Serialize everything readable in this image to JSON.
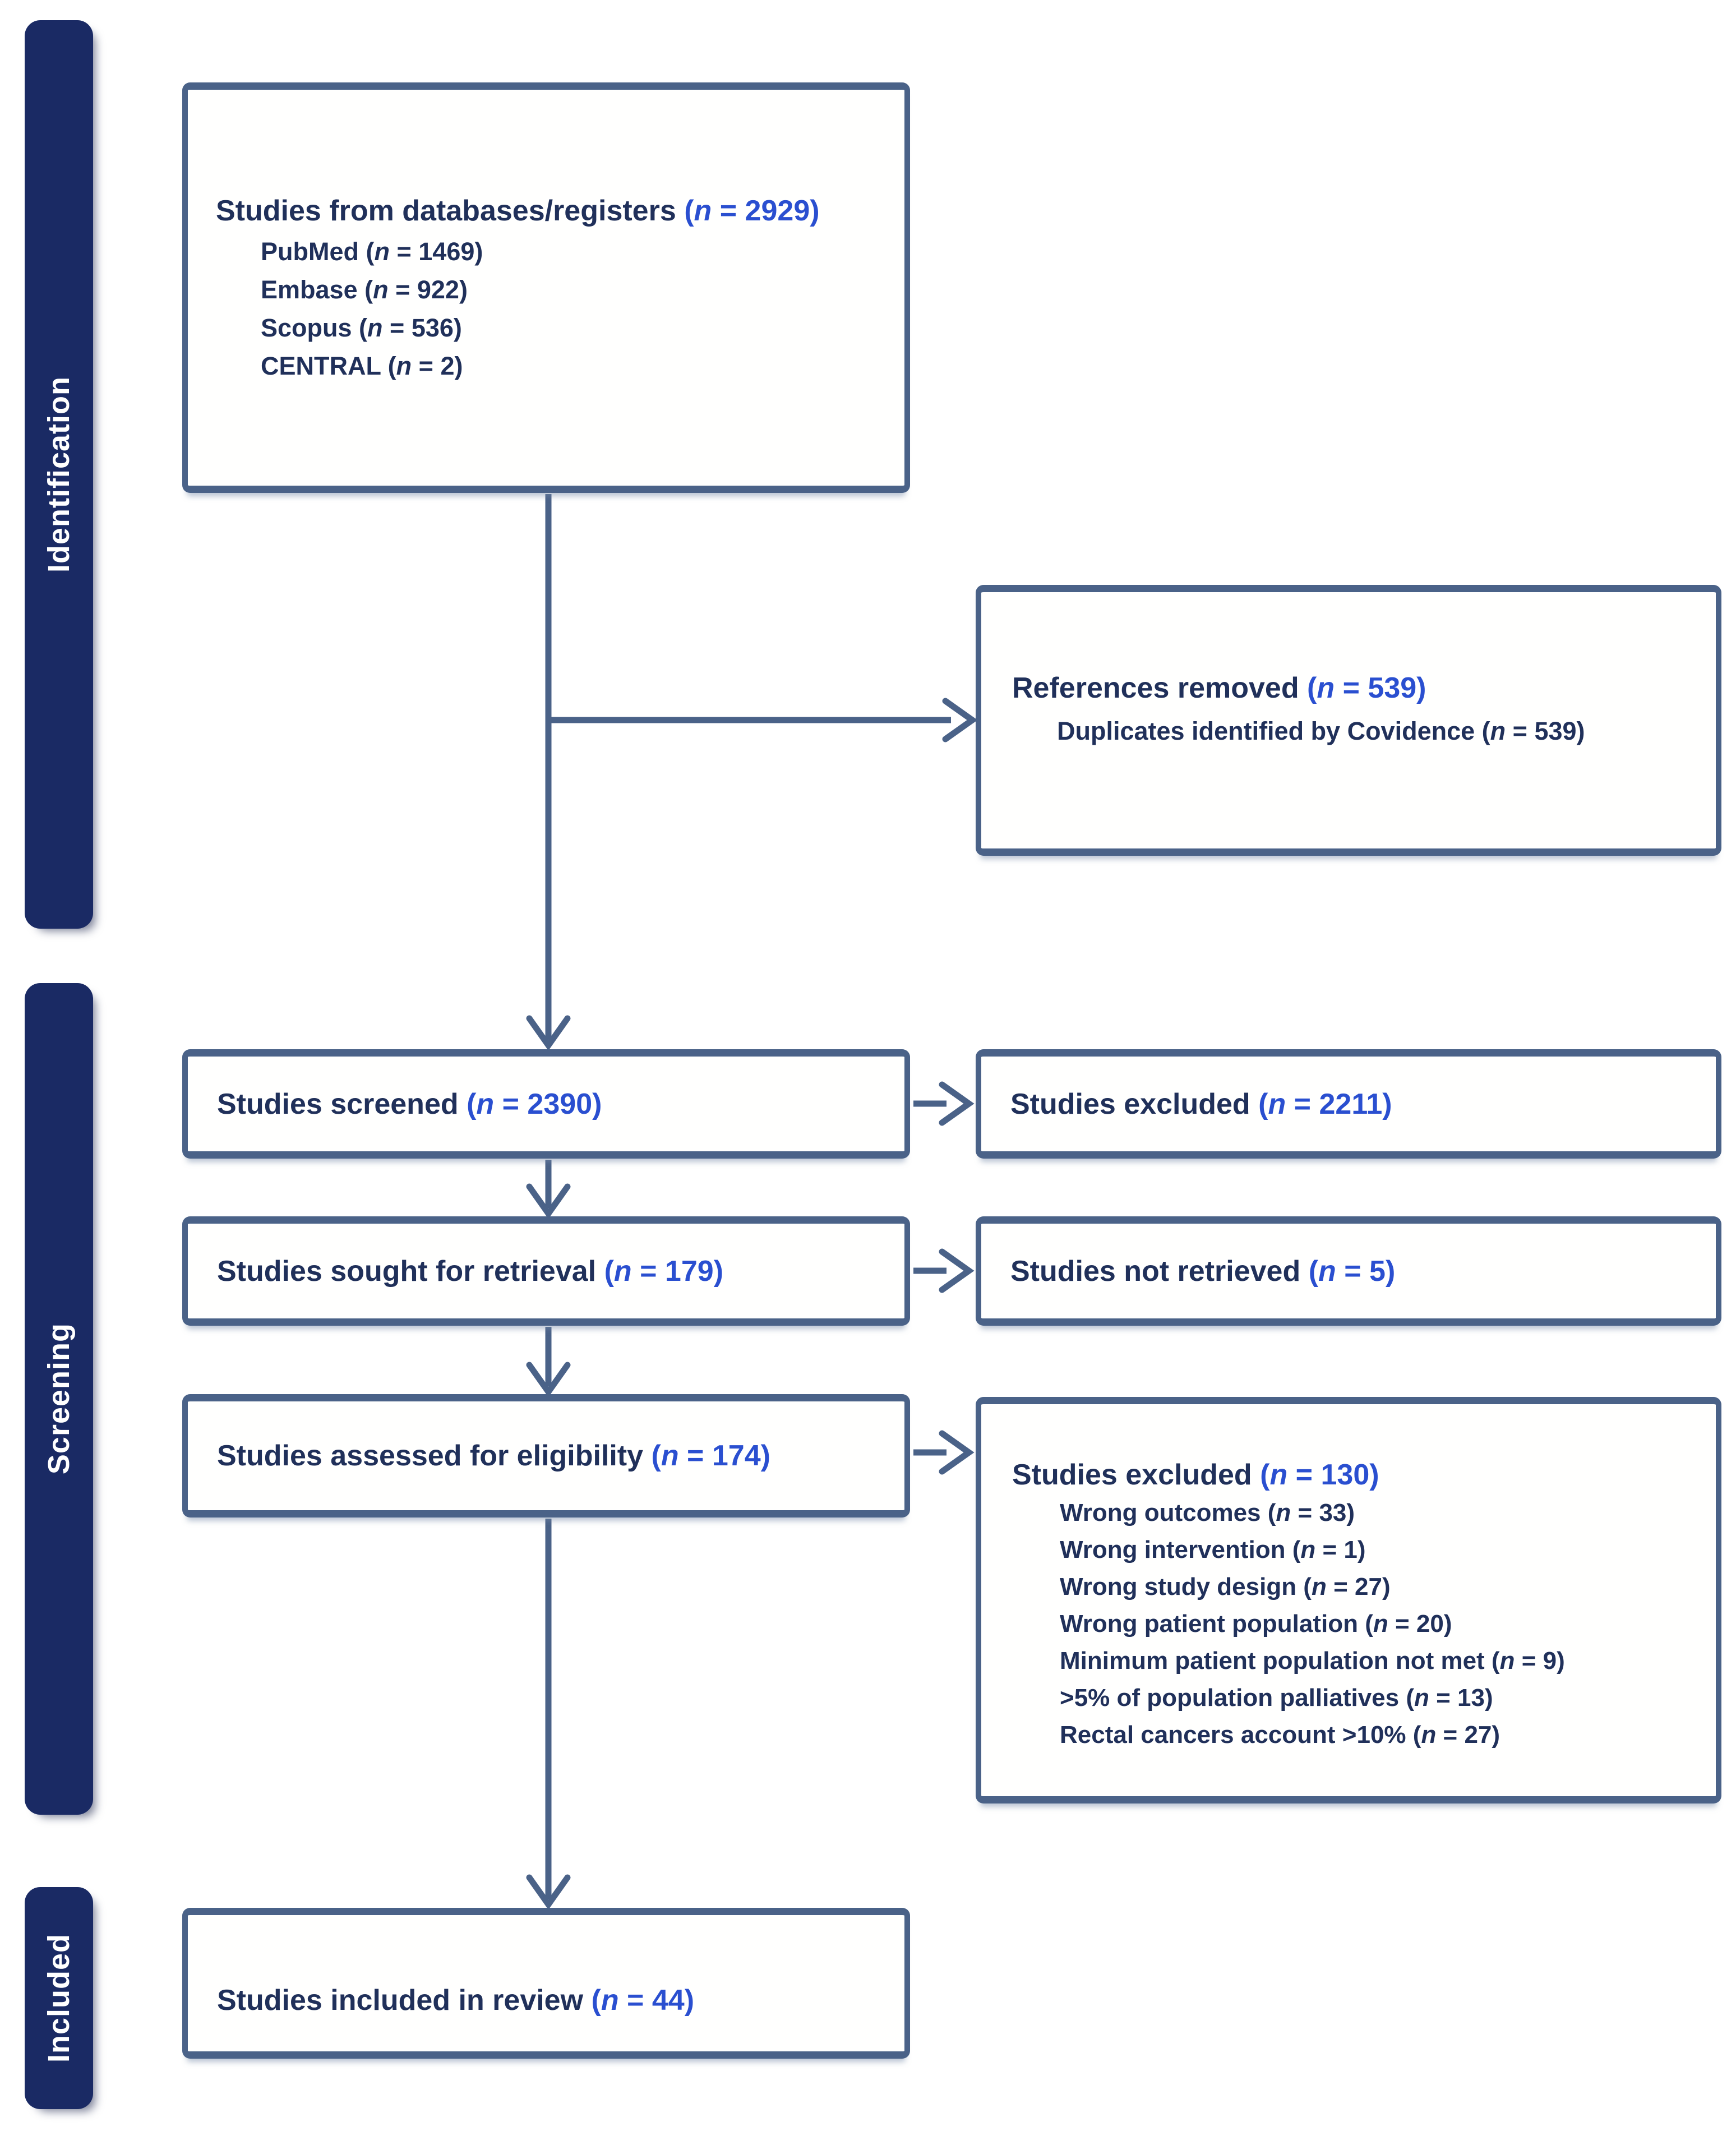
{
  "diagram": {
    "stages": [
      {
        "label": "Identification"
      },
      {
        "label": "Screening"
      },
      {
        "label": "Included"
      }
    ],
    "boxes": {
      "databases": {
        "label": "Studies from databases/registers ",
        "count": "(n = 2929)",
        "items": [
          "PubMed (n = 1469)",
          "Embase (n = 922)",
          "Scopus (n = 536)",
          "CENTRAL (n = 2)"
        ]
      },
      "references_removed": {
        "label": "References removed ",
        "count": "(n = 539)",
        "items": [
          "Duplicates identified by Covidence (n = 539)"
        ]
      },
      "screened": {
        "label": "Studies screened ",
        "count": "(n = 2390)"
      },
      "excluded_screening": {
        "label": "Studies excluded ",
        "count": "(n = 2211)"
      },
      "sought": {
        "label": "Studies sought for retrieval ",
        "count": "(n = 179)"
      },
      "not_retrieved": {
        "label": "Studies not retrieved ",
        "count": "(n = 5)"
      },
      "assessed": {
        "label": "Studies assessed for eligibility ",
        "count": "(n = 174)"
      },
      "excluded_eligibility": {
        "label": "Studies excluded ",
        "count": "(n = 130)",
        "items": [
          "Wrong outcomes (n = 33)",
          "Wrong intervention (n = 1)",
          "Wrong study design (n = 27)",
          "Wrong patient population (n = 20)",
          "Minimum patient population not met (n = 9)",
          ">5% of population palliatives (n = 13)",
          "Rectal cancers account >10% (n = 27)"
        ]
      },
      "included_review": {
        "label": "Studies included in review ",
        "count": "(n = 44)"
      }
    },
    "colors": {
      "text_dark": "#20305a",
      "count_blue": "#2a4fd0",
      "box_border": "#4a6288",
      "sidebar_bg": "#1a2a64",
      "sidebar_text": "#ffffff",
      "arrow": "#4a6288",
      "background": "#ffffff"
    }
  }
}
